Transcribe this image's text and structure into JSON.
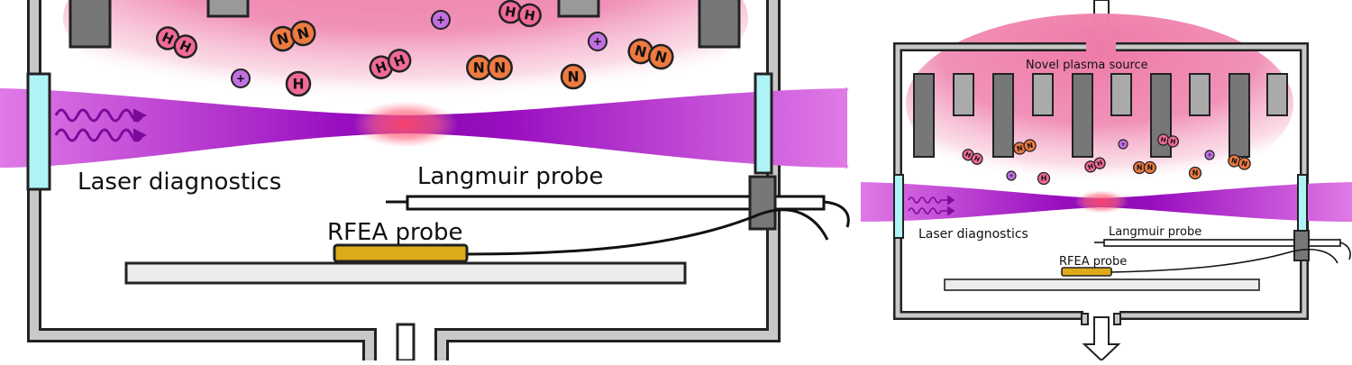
{
  "labels": {
    "laser_big": "Laser diagnostics",
    "langmuir_big": "Langmuir probe",
    "rfea_big": "RFEA probe",
    "source_small": "Novel plasma source",
    "laser_small": "Laser diagnostics",
    "langmuir_small": "Langmuir probe",
    "rfea_small": "RFEA probe"
  },
  "particle_glyphs": {
    "hydrogen": "H",
    "nitrogen": "N",
    "ion": "+"
  },
  "colors": {
    "plasma": "#ee7aa8",
    "laser": "#c04fd6",
    "laser_focus": "#ff4466",
    "wall_fill": "#c8c8c8",
    "electrode": "#777777",
    "window": "#aef4f7",
    "rfea_probe": "#ddaa1a",
    "hydrogen": "#f06a98",
    "nitrogen": "#ee7a40",
    "ion": "#c070e0"
  }
}
